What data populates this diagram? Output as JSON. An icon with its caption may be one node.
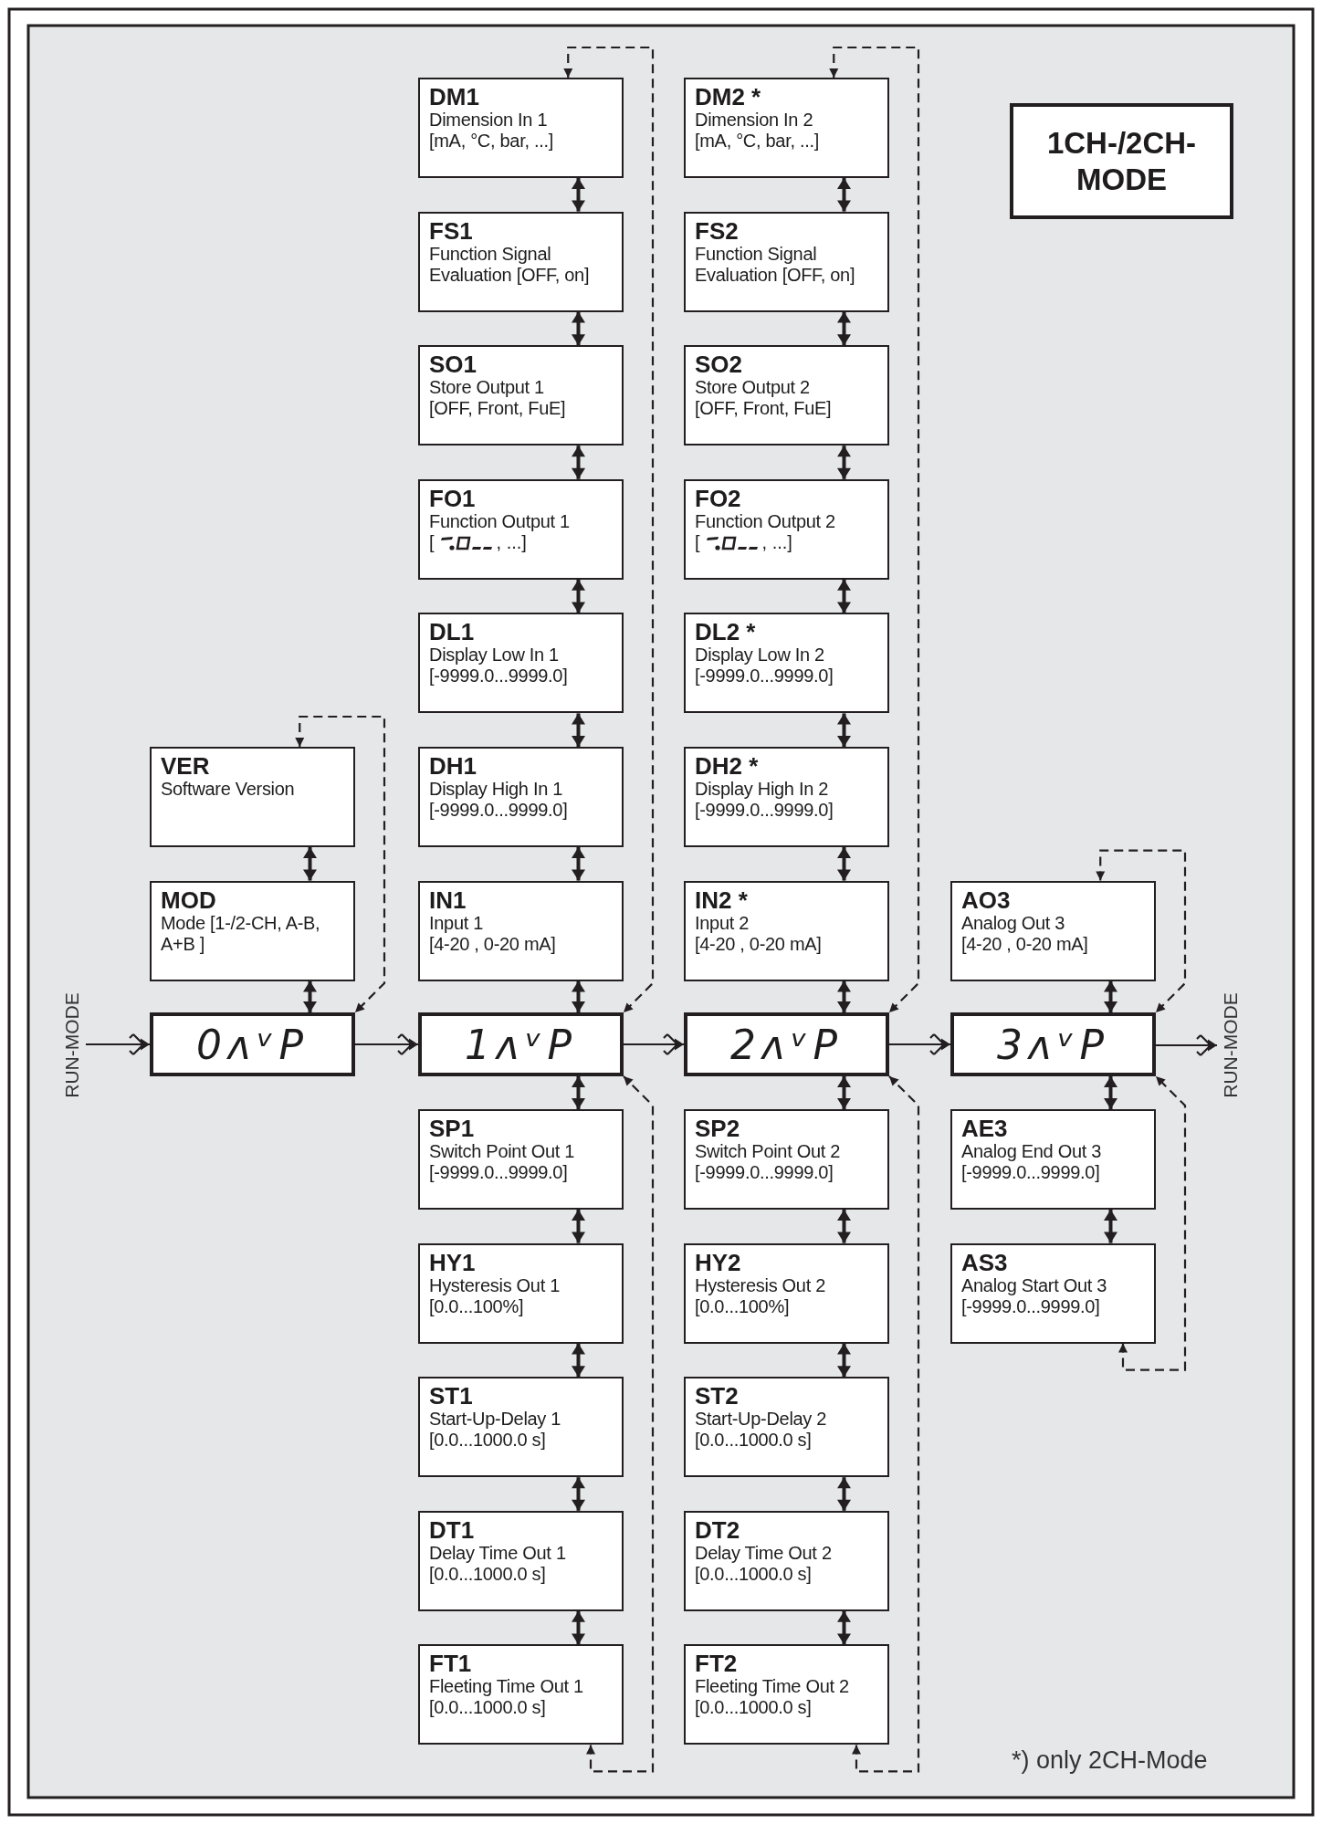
{
  "diagram": {
    "nodes": [
      {
        "text": [
          "1CH-/2CH- MODE"
        ]
      },
      {
        "text": [
          "DM1",
          "Dimension In 1",
          "[mA, °C, bar, ...]"
        ]
      },
      {
        "text": [
          "FS1",
          "Function Signal Evaluation [OFF, on]"
        ]
      },
      {
        "text": [
          "SO1",
          "Store Output 1",
          "[OFF, Front, FuE]"
        ]
      },
      {
        "text": [
          "FO1",
          "Function Output 1",
          "[",
          ", ...]"
        ]
      },
      {
        "text": [
          "DL1",
          "Display Low In 1",
          "[-9999.0...9999.0]"
        ]
      },
      {
        "text": [
          "DH1",
          "Display High In 1",
          "[-9999.0...9999.0]"
        ]
      },
      {
        "text": [
          "IN1",
          "Input 1",
          "[4-20 , 0-20 mA]"
        ]
      },
      {
        "text": [
          "DM2 *",
          "Dimension In 2",
          "[mA, °C, bar, ...]"
        ]
      },
      {
        "text": [
          "FS2",
          "Function Signal Evaluation [OFF, on]"
        ]
      },
      {
        "text": [
          "SO2",
          "Store Output 2",
          "[OFF, Front, FuE]"
        ]
      },
      {
        "text": [
          "FO2",
          "Function Output 2",
          "[",
          ", ...]"
        ]
      },
      {
        "text": [
          "DL2 *",
          "Display Low In 2",
          "[-9999.0...9999.0]"
        ]
      },
      {
        "text": [
          "DH2 *",
          "Display High In 2",
          "[-9999.0...9999.0]"
        ]
      },
      {
        "text": [
          "IN2 *",
          "Input 2",
          "[4-20 , 0-20 mA]"
        ]
      },
      {
        "text": [
          "VER",
          "Software Version"
        ]
      },
      {
        "text": [
          "MOD",
          "Mode [1-/2-CH, A-B, A+B ]"
        ]
      },
      {
        "text": [
          "AO3",
          "Analog Out 3",
          "[4-20 , 0-20 mA]"
        ]
      },
      {
        "text": [
          "RUN-MODE"
        ]
      },
      {
        "text": [
          "0ʌᵛP"
        ]
      },
      {
        "text": [
          "1ʌᵛP"
        ]
      },
      {
        "text": [
          "2ʌᵛP"
        ]
      },
      {
        "text": [
          "3ʌᵛP"
        ]
      },
      {
        "text": [
          "RUN-MODE"
        ]
      },
      {
        "text": [
          "SP1",
          "Switch Point Out 1",
          "[-9999.0...9999.0]"
        ]
      },
      {
        "text": [
          "SP2",
          "Switch Point Out 2",
          "[-9999.0...9999.0]"
        ]
      },
      {
        "text": [
          "AE3",
          "Analog End Out 3",
          "[-9999.0...9999.0]"
        ]
      },
      {
        "text": [
          "HY1",
          "Hysteresis Out 1",
          "[0.0...100%]"
        ]
      },
      {
        "text": [
          "HY2",
          "Hysteresis Out 2",
          "[0.0...100%]"
        ]
      },
      {
        "text": [
          "AS3",
          "Analog Start Out 3",
          "[-9999.0...9999.0]"
        ]
      },
      {
        "text": [
          "ST1",
          "Start-Up-Delay 1",
          "[0.0...1000.0 s]"
        ]
      },
      {
        "text": [
          "ST2",
          "Start-Up-Delay 2",
          "[0.0...1000.0 s]"
        ]
      },
      {
        "text": [
          "DT1",
          "Delay Time Out 1",
          "[0.0...1000.0 s]"
        ]
      },
      {
        "text": [
          "DT2",
          "Delay Time Out 2",
          "[0.0...1000.0 s]"
        ]
      },
      {
        "text": [
          "FT1",
          "Fleeting Time Out 1",
          "[0.0...1000.0 s]"
        ]
      },
      {
        "text": [
          "FT2",
          "Fleeting Time Out 2",
          "[0.0...1000.0 s]"
        ]
      }
    ],
    "edges": [
      {
        "from": 1,
        "to": 2,
        "arrow": "both"
      },
      {
        "from": 2,
        "to": 3,
        "arrow": "both"
      },
      {
        "from": 3,
        "to": 4,
        "arrow": "both"
      },
      {
        "from": 4,
        "to": 5,
        "arrow": "both"
      },
      {
        "from": 5,
        "to": 6,
        "arrow": "both"
      },
      {
        "from": 6,
        "to": 7,
        "arrow": "both"
      },
      {
        "from": 7,
        "to": 20,
        "arrow": "both"
      },
      {
        "from": 20,
        "to": 24,
        "arrow": "both"
      },
      {
        "from": 24,
        "to": 27,
        "arrow": "both"
      },
      {
        "from": 27,
        "to": 30,
        "arrow": "both"
      },
      {
        "from": 30,
        "to": 32,
        "arrow": "both"
      },
      {
        "from": 32,
        "to": 34,
        "arrow": "both"
      },
      {
        "from": 8,
        "to": 9,
        "arrow": "both"
      },
      {
        "from": 9,
        "to": 10,
        "arrow": "both"
      },
      {
        "from": 10,
        "to": 11,
        "arrow": "both"
      },
      {
        "from": 11,
        "to": 12,
        "arrow": "both"
      },
      {
        "from": 12,
        "to": 13,
        "arrow": "both"
      },
      {
        "from": 13,
        "to": 14,
        "arrow": "both"
      },
      {
        "from": 14,
        "to": 21,
        "arrow": "both"
      },
      {
        "from": 21,
        "to": 25,
        "arrow": "both"
      },
      {
        "from": 25,
        "to": 28,
        "arrow": "both"
      },
      {
        "from": 28,
        "to": 31,
        "arrow": "both"
      },
      {
        "from": 31,
        "to": 33,
        "arrow": "both"
      },
      {
        "from": 33,
        "to": 35,
        "arrow": "both"
      },
      {
        "from": 15,
        "to": 16,
        "arrow": "both"
      },
      {
        "from": 16,
        "to": 19,
        "arrow": "both"
      },
      {
        "from": 17,
        "to": 22,
        "arrow": "both"
      },
      {
        "from": 22,
        "to": 26,
        "arrow": "both"
      },
      {
        "from": 26,
        "to": 29,
        "arrow": "both"
      },
      {
        "from": 18,
        "to": 19,
        "arrow": "to"
      },
      {
        "from": 19,
        "to": 20,
        "arrow": "to"
      },
      {
        "from": 20,
        "to": 21,
        "arrow": "to"
      },
      {
        "from": 21,
        "to": 22,
        "arrow": "to"
      },
      {
        "from": 22,
        "to": 23,
        "arrow": "to"
      },
      {
        "from": 15,
        "to": 19,
        "arrow": "both",
        "style": "dashed"
      },
      {
        "from": 1,
        "to": 20,
        "arrow": "both",
        "style": "dashed"
      },
      {
        "from": 34,
        "to": 20,
        "arrow": "both",
        "style": "dashed"
      },
      {
        "from": 8,
        "to": 21,
        "arrow": "both",
        "style": "dashed"
      },
      {
        "from": 35,
        "to": 21,
        "arrow": "both",
        "style": "dashed"
      },
      {
        "from": 17,
        "to": 22,
        "arrow": "both",
        "style": "dashed"
      },
      {
        "from": 29,
        "to": 22,
        "arrow": "both",
        "style": "dashed"
      }
    ],
    "labels": [
      "*) only 2CH-Mode"
    ]
  }
}
